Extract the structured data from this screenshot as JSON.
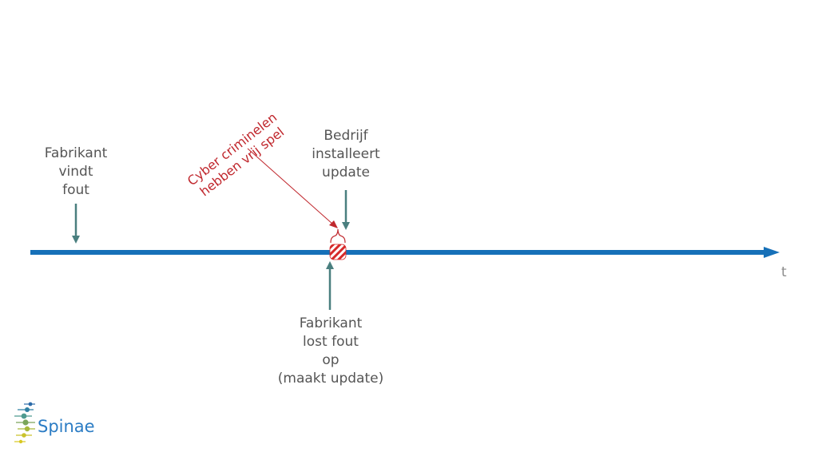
{
  "diagram": {
    "axis_label": "t",
    "events": [
      {
        "lines": [
          "Fabrikant",
          "vindt",
          "fout"
        ]
      },
      {
        "lines": [
          "Bedrijf",
          "installeert",
          "update"
        ]
      },
      {
        "lines": [
          "Fabrikant",
          "lost fout",
          "op",
          "(maakt update)"
        ]
      }
    ],
    "annotation": {
      "lines": [
        "Cyber criminelen",
        "hebben vrij spel"
      ]
    }
  },
  "colors": {
    "timeline": "#1670b8",
    "event_arrow": "#4a7f7f",
    "annotation": "#c0272d",
    "label_text": "#555555"
  },
  "logo": {
    "text": "Spinae"
  }
}
